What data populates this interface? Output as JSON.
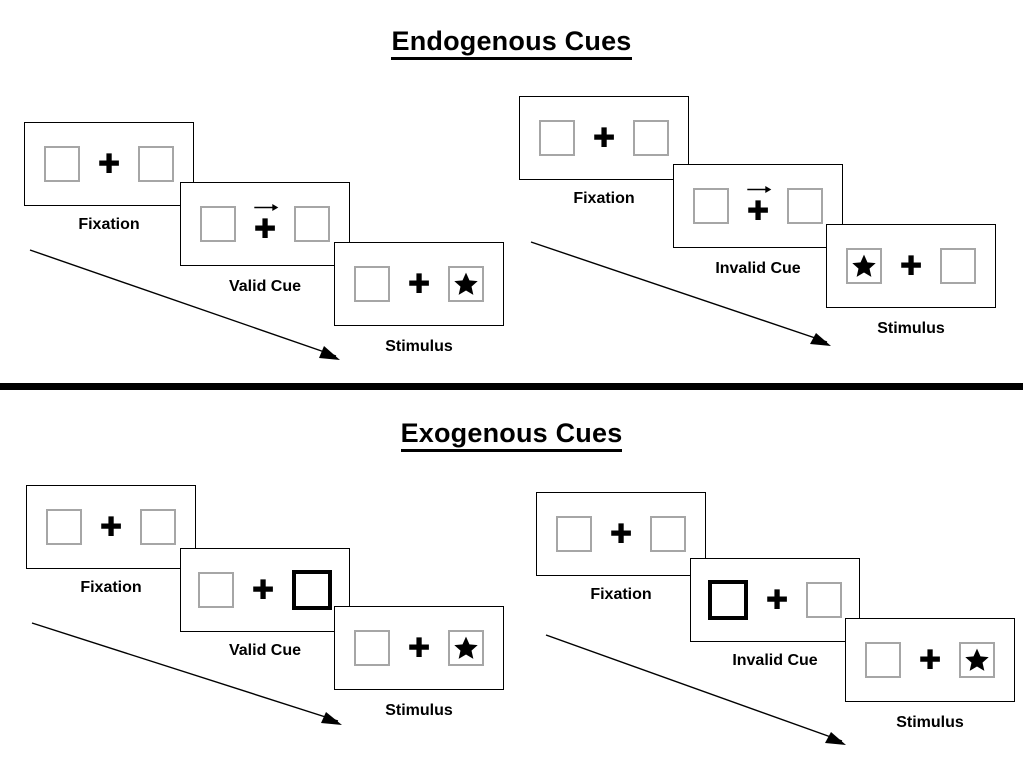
{
  "figure": {
    "title_endogenous": "Endogenous Cues",
    "title_exogenous": "Exogenous Cues",
    "colors": {
      "background": "#ffffff",
      "stroke": "#000000",
      "placeholder_border": "#a6a6a6",
      "cued_border": "#000000",
      "divider": "#000000"
    },
    "icons": {
      "fixation_cross": "plus-icon",
      "cue_arrow": "right-arrow-icon",
      "target": "star-icon",
      "time_arrow": "diagonal-time-arrow-icon"
    }
  },
  "sections": [
    {
      "id": "endogenous",
      "title": "Endogenous Cues",
      "sequences": [
        {
          "id": "endogenous-valid",
          "cue_type": "valid",
          "panels": [
            {
              "label": "Fixation",
              "plus": "✚",
              "arrow": "",
              "left_box": {
                "state": "plain",
                "content": ""
              },
              "right_box": {
                "state": "plain",
                "content": ""
              }
            },
            {
              "label": "Valid Cue",
              "plus": "✚",
              "arrow": "right",
              "left_box": {
                "state": "plain",
                "content": ""
              },
              "right_box": {
                "state": "plain",
                "content": ""
              }
            },
            {
              "label": "Stimulus",
              "plus": "✚",
              "arrow": "",
              "left_box": {
                "state": "plain",
                "content": ""
              },
              "right_box": {
                "state": "plain",
                "content": "star"
              }
            }
          ]
        },
        {
          "id": "endogenous-invalid",
          "cue_type": "invalid",
          "panels": [
            {
              "label": "Fixation",
              "plus": "✚",
              "arrow": "",
              "left_box": {
                "state": "plain",
                "content": ""
              },
              "right_box": {
                "state": "plain",
                "content": ""
              }
            },
            {
              "label": "Invalid Cue",
              "plus": "✚",
              "arrow": "right",
              "left_box": {
                "state": "plain",
                "content": ""
              },
              "right_box": {
                "state": "plain",
                "content": ""
              }
            },
            {
              "label": "Stimulus",
              "plus": "✚",
              "arrow": "",
              "left_box": {
                "state": "plain",
                "content": "star"
              },
              "right_box": {
                "state": "plain",
                "content": ""
              }
            }
          ]
        }
      ]
    },
    {
      "id": "exogenous",
      "title": "Exogenous Cues",
      "sequences": [
        {
          "id": "exogenous-valid",
          "cue_type": "valid",
          "panels": [
            {
              "label": "Fixation",
              "plus": "✚",
              "arrow": "",
              "left_box": {
                "state": "plain",
                "content": ""
              },
              "right_box": {
                "state": "plain",
                "content": ""
              }
            },
            {
              "label": "Valid Cue",
              "plus": "✚",
              "arrow": "",
              "left_box": {
                "state": "plain",
                "content": ""
              },
              "right_box": {
                "state": "cued",
                "content": ""
              }
            },
            {
              "label": "Stimulus",
              "plus": "✚",
              "arrow": "",
              "left_box": {
                "state": "plain",
                "content": ""
              },
              "right_box": {
                "state": "plain",
                "content": "star"
              }
            }
          ]
        },
        {
          "id": "exogenous-invalid",
          "cue_type": "invalid",
          "panels": [
            {
              "label": "Fixation",
              "plus": "✚",
              "arrow": "",
              "left_box": {
                "state": "plain",
                "content": ""
              },
              "right_box": {
                "state": "plain",
                "content": ""
              }
            },
            {
              "label": "Invalid Cue",
              "plus": "✚",
              "arrow": "",
              "left_box": {
                "state": "cued",
                "content": ""
              },
              "right_box": {
                "state": "plain",
                "content": ""
              }
            },
            {
              "label": "Stimulus",
              "plus": "✚",
              "arrow": "",
              "left_box": {
                "state": "plain",
                "content": ""
              },
              "right_box": {
                "state": "plain",
                "content": "star"
              }
            }
          ]
        }
      ]
    }
  ]
}
